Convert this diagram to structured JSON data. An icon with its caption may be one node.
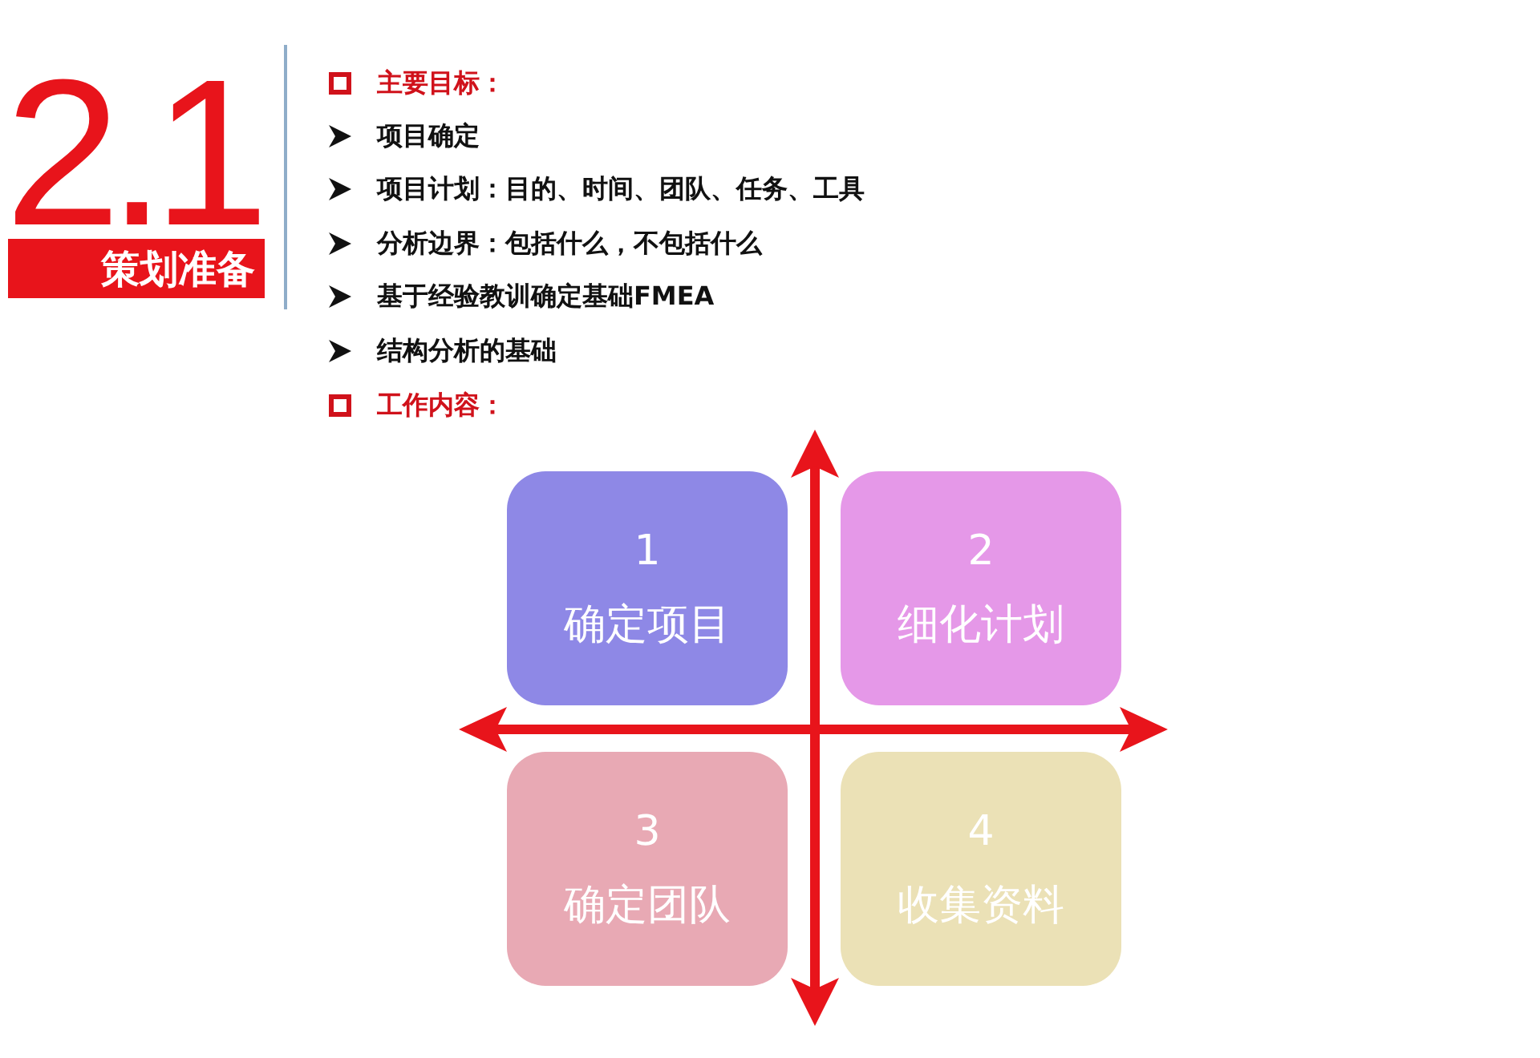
{
  "diagram": {
    "nodes": [
      {
        "text": [
          "策划准备"
        ]
      },
      {
        "text": [
          "1",
          "确定项目"
        ]
      },
      {
        "text": [
          "2",
          "细化计划"
        ]
      },
      {
        "text": [
          "3",
          "确定团队"
        ]
      },
      {
        "text": [
          "4",
          "收集资料"
        ]
      }
    ],
    "labels": [
      "2.1",
      "主要目标：",
      "项目确定",
      "项目计划：目的、时间、团队、任务、工具",
      "分析边界：包括什么，不包括什么",
      "基于经验教训确定基础FMEA",
      "结构分析的基础",
      "工作内容："
    ]
  }
}
